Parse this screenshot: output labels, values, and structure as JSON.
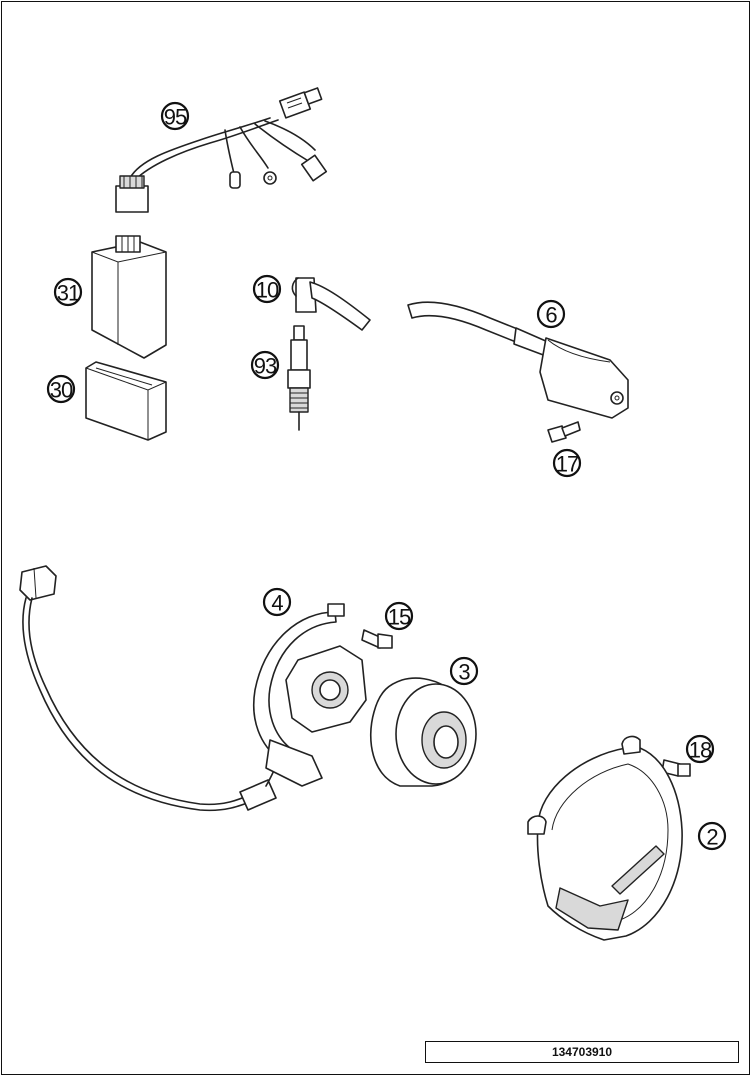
{
  "callouts": {
    "c95": "95",
    "c31": "31",
    "c30": "30",
    "c10": "10",
    "c93": "93",
    "c6": "6",
    "c17": "17",
    "c4": "4",
    "c15": "15",
    "c3": "3",
    "c18": "18",
    "c2": "2"
  },
  "drawing_code": "134703910"
}
